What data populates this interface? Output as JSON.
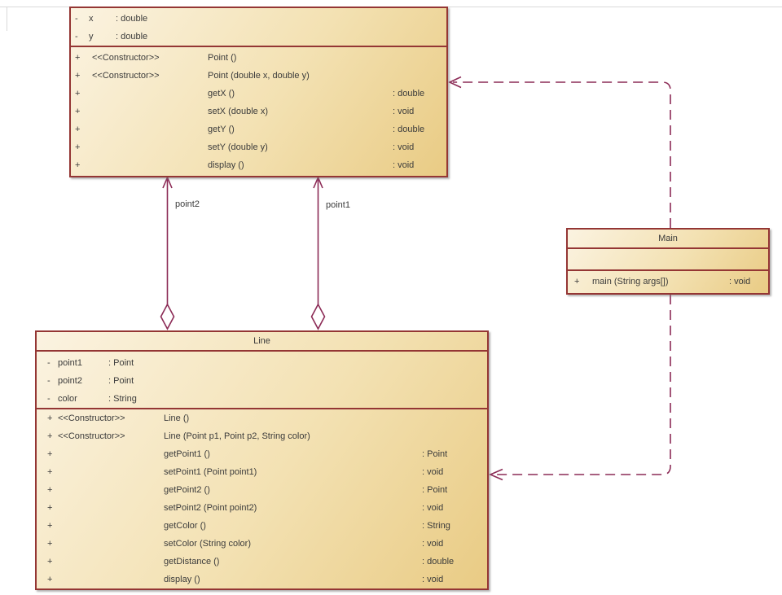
{
  "point_class": {
    "attributes": [
      {
        "vis": "-",
        "name": "x",
        "type": ": double"
      },
      {
        "vis": "-",
        "name": "y",
        "type": ": double"
      }
    ],
    "operations": [
      {
        "vis": "+",
        "stereotype": "<<Constructor>>",
        "signature": "Point ()",
        "returns": ""
      },
      {
        "vis": "+",
        "stereotype": "<<Constructor>>",
        "signature": "Point (double x, double y)",
        "returns": ""
      },
      {
        "vis": "+",
        "stereotype": "",
        "signature": "getX ()",
        "returns": ": double"
      },
      {
        "vis": "+",
        "stereotype": "",
        "signature": "setX (double x)",
        "returns": ": void"
      },
      {
        "vis": "+",
        "stereotype": "",
        "signature": "getY ()",
        "returns": ": double"
      },
      {
        "vis": "+",
        "stereotype": "",
        "signature": "setY (double y)",
        "returns": ": void"
      },
      {
        "vis": "+",
        "stereotype": "",
        "signature": "display ()",
        "returns": ": void"
      }
    ]
  },
  "line_class": {
    "title": "Line",
    "attributes": [
      {
        "vis": "-",
        "name": "point1",
        "type": ": Point"
      },
      {
        "vis": "-",
        "name": "point2",
        "type": ": Point"
      },
      {
        "vis": "-",
        "name": "color",
        "type": ": String"
      }
    ],
    "operations": [
      {
        "vis": "+",
        "stereotype": "<<Constructor>>",
        "signature": "Line ()",
        "returns": ""
      },
      {
        "vis": "+",
        "stereotype": "<<Constructor>>",
        "signature": "Line (Point p1, Point p2, String color)",
        "returns": ""
      },
      {
        "vis": "+",
        "stereotype": "",
        "signature": "getPoint1 ()",
        "returns": ": Point"
      },
      {
        "vis": "+",
        "stereotype": "",
        "signature": "setPoint1 (Point point1)",
        "returns": ": void"
      },
      {
        "vis": "+",
        "stereotype": "",
        "signature": "getPoint2 ()",
        "returns": ": Point"
      },
      {
        "vis": "+",
        "stereotype": "",
        "signature": "setPoint2 (Point point2)",
        "returns": ": void"
      },
      {
        "vis": "+",
        "stereotype": "",
        "signature": "getColor ()",
        "returns": ": String"
      },
      {
        "vis": "+",
        "stereotype": "",
        "signature": "setColor (String color)",
        "returns": ": void"
      },
      {
        "vis": "+",
        "stereotype": "",
        "signature": "getDistance ()",
        "returns": ": double"
      },
      {
        "vis": "+",
        "stereotype": "",
        "signature": "display ()",
        "returns": ": void"
      }
    ]
  },
  "main_class": {
    "title": "Main",
    "operations": [
      {
        "vis": "+",
        "signature": "main (String args[])",
        "returns": ": void"
      }
    ]
  },
  "relationships": {
    "point1_label": "point1",
    "point2_label": "point2"
  },
  "colors": {
    "box_border": "#943634",
    "box_fill_light": "#fbf3e1",
    "box_fill_dark": "#e9cb84",
    "connector": "#8c2b56",
    "text": "#3b3b3b"
  }
}
